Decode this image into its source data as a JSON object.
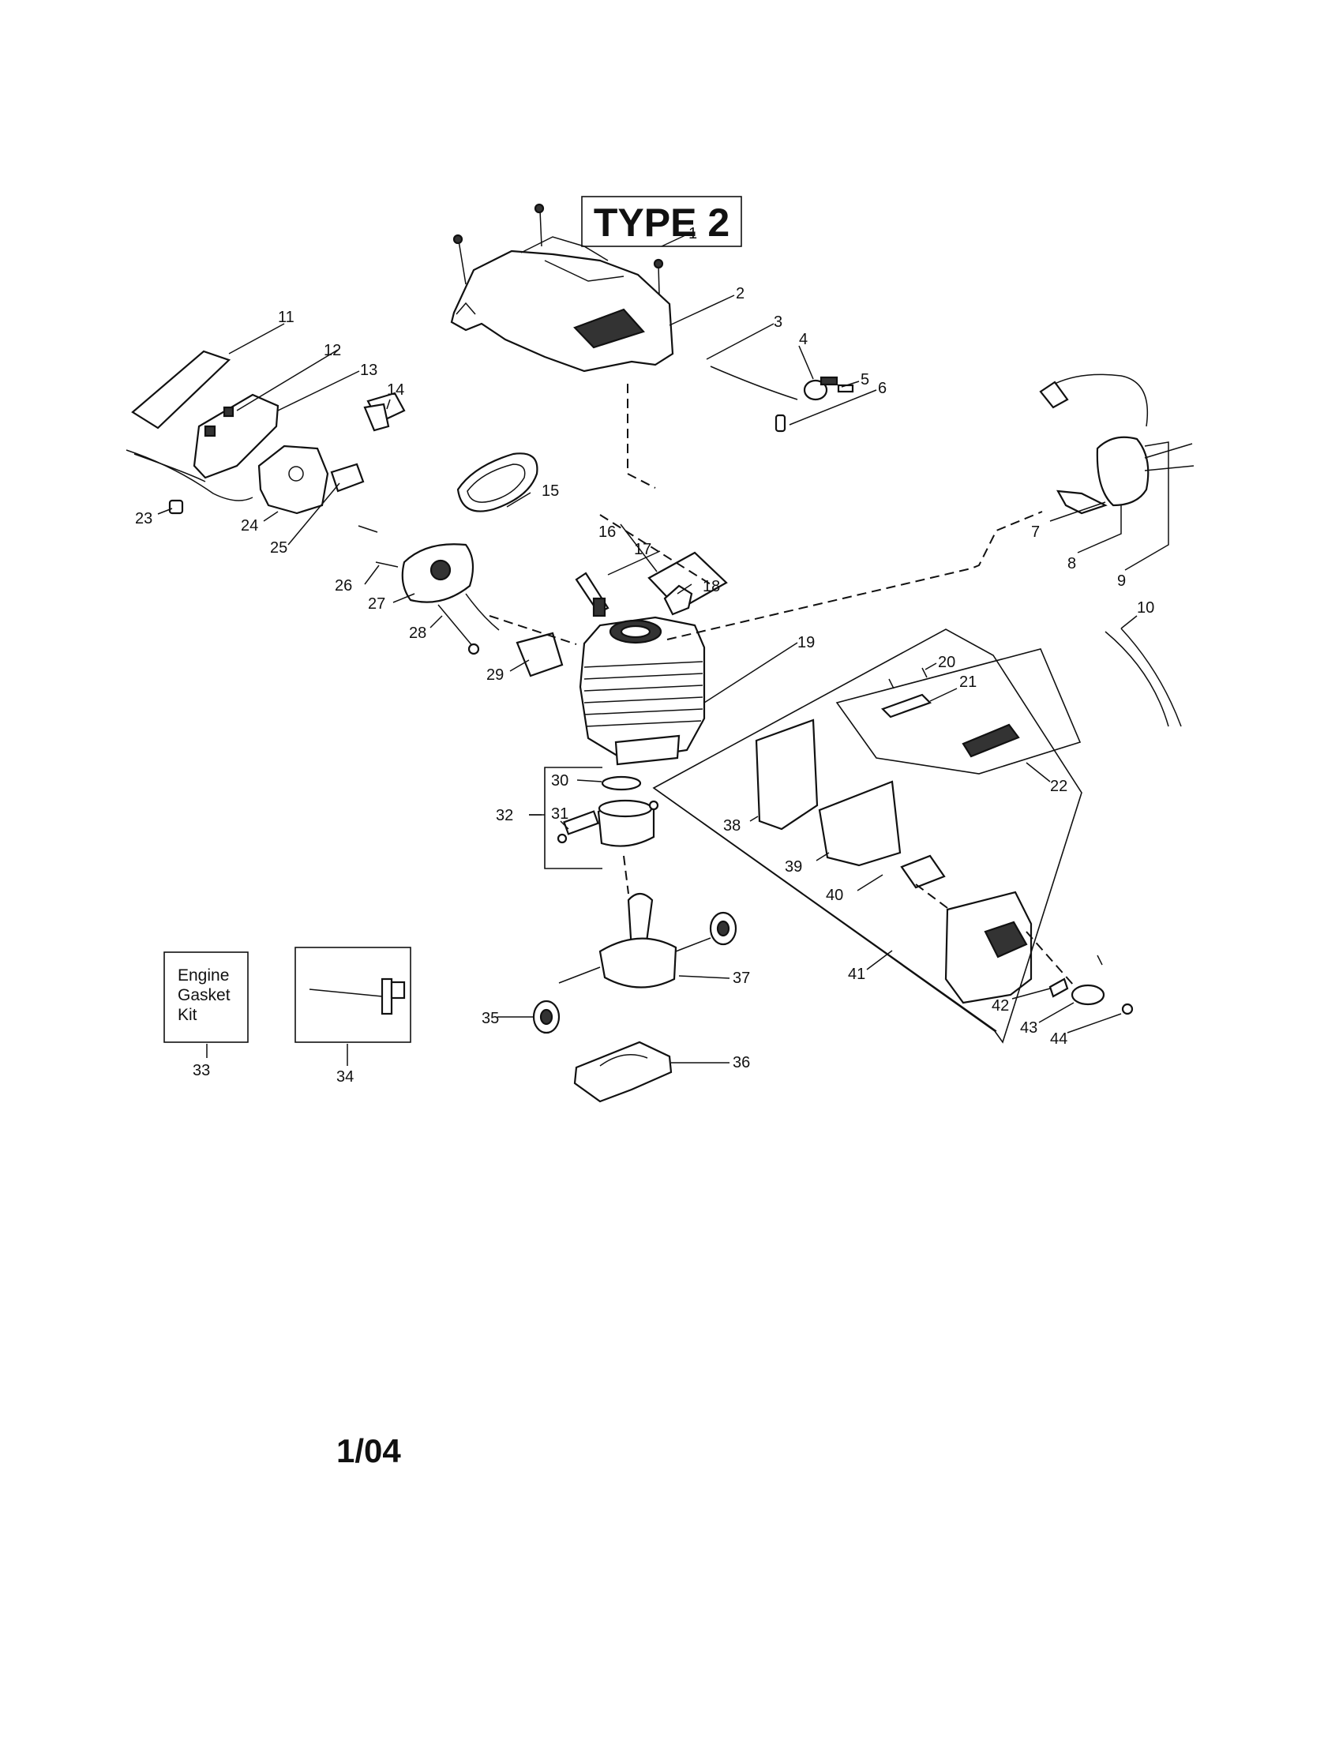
{
  "title": "TYPE 2",
  "date": "1/04",
  "kit_label_lines": [
    "Engine",
    "Gasket",
    "Kit"
  ],
  "part_numbers": [
    "1",
    "2",
    "3",
    "4",
    "5",
    "6",
    "7",
    "8",
    "9",
    "10",
    "11",
    "12",
    "13",
    "14",
    "15",
    "16",
    "17",
    "18",
    "19",
    "20",
    "21",
    "22",
    "23",
    "24",
    "25",
    "26",
    "27",
    "28",
    "29",
    "30",
    "31",
    "32",
    "33",
    "34",
    "35",
    "36",
    "37",
    "38",
    "39",
    "40",
    "41",
    "42",
    "43",
    "44"
  ]
}
